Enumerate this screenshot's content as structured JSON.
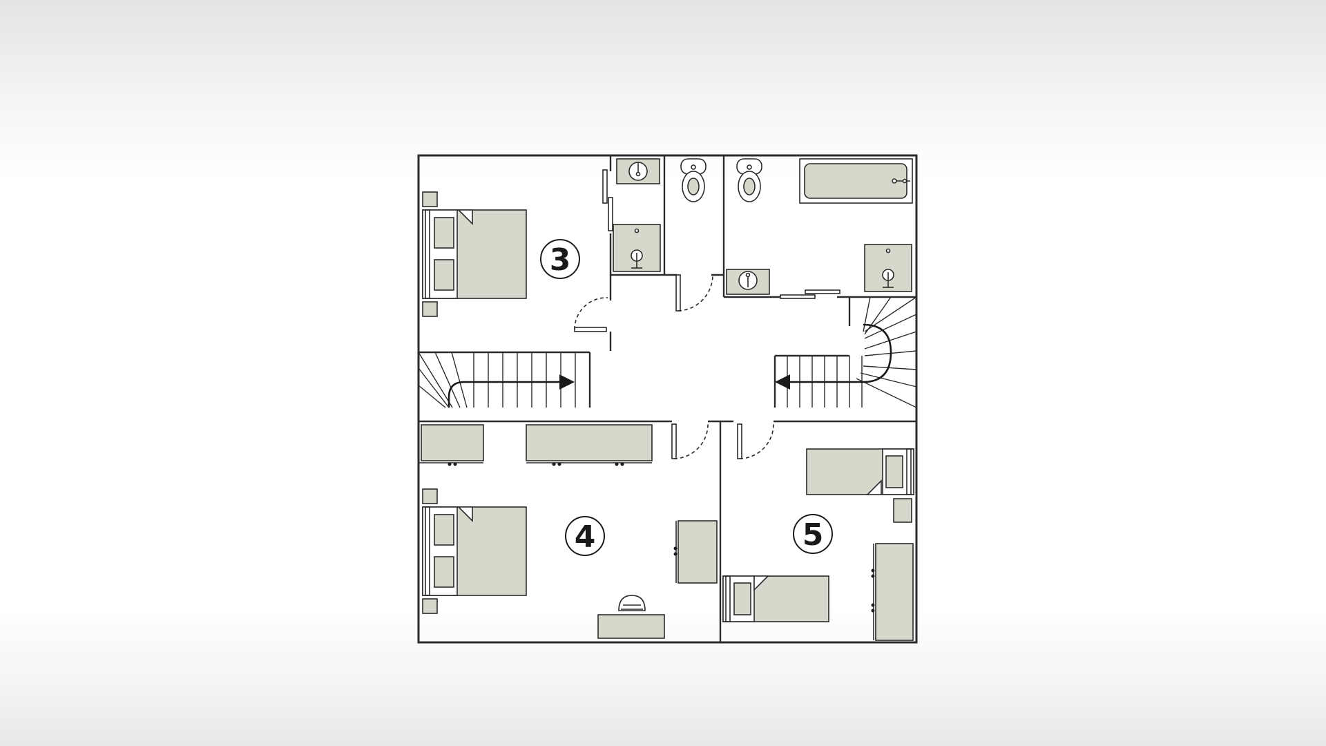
{
  "floor_plan": {
    "rooms": [
      {
        "id": "room-3",
        "label": "3",
        "type": "bedroom"
      },
      {
        "id": "room-4",
        "label": "4",
        "type": "bedroom"
      },
      {
        "id": "room-5",
        "label": "5",
        "type": "bedroom"
      }
    ],
    "fixtures": [
      "double-bed",
      "single-bed",
      "toilet",
      "washbasin",
      "shower",
      "bathtub",
      "staircase",
      "wardrobe",
      "desk",
      "chair",
      "nightstand"
    ],
    "colors": {
      "wall": "#2a2a2a",
      "furniture_fill": "#d7d7cb",
      "background": "#ffffff"
    }
  }
}
